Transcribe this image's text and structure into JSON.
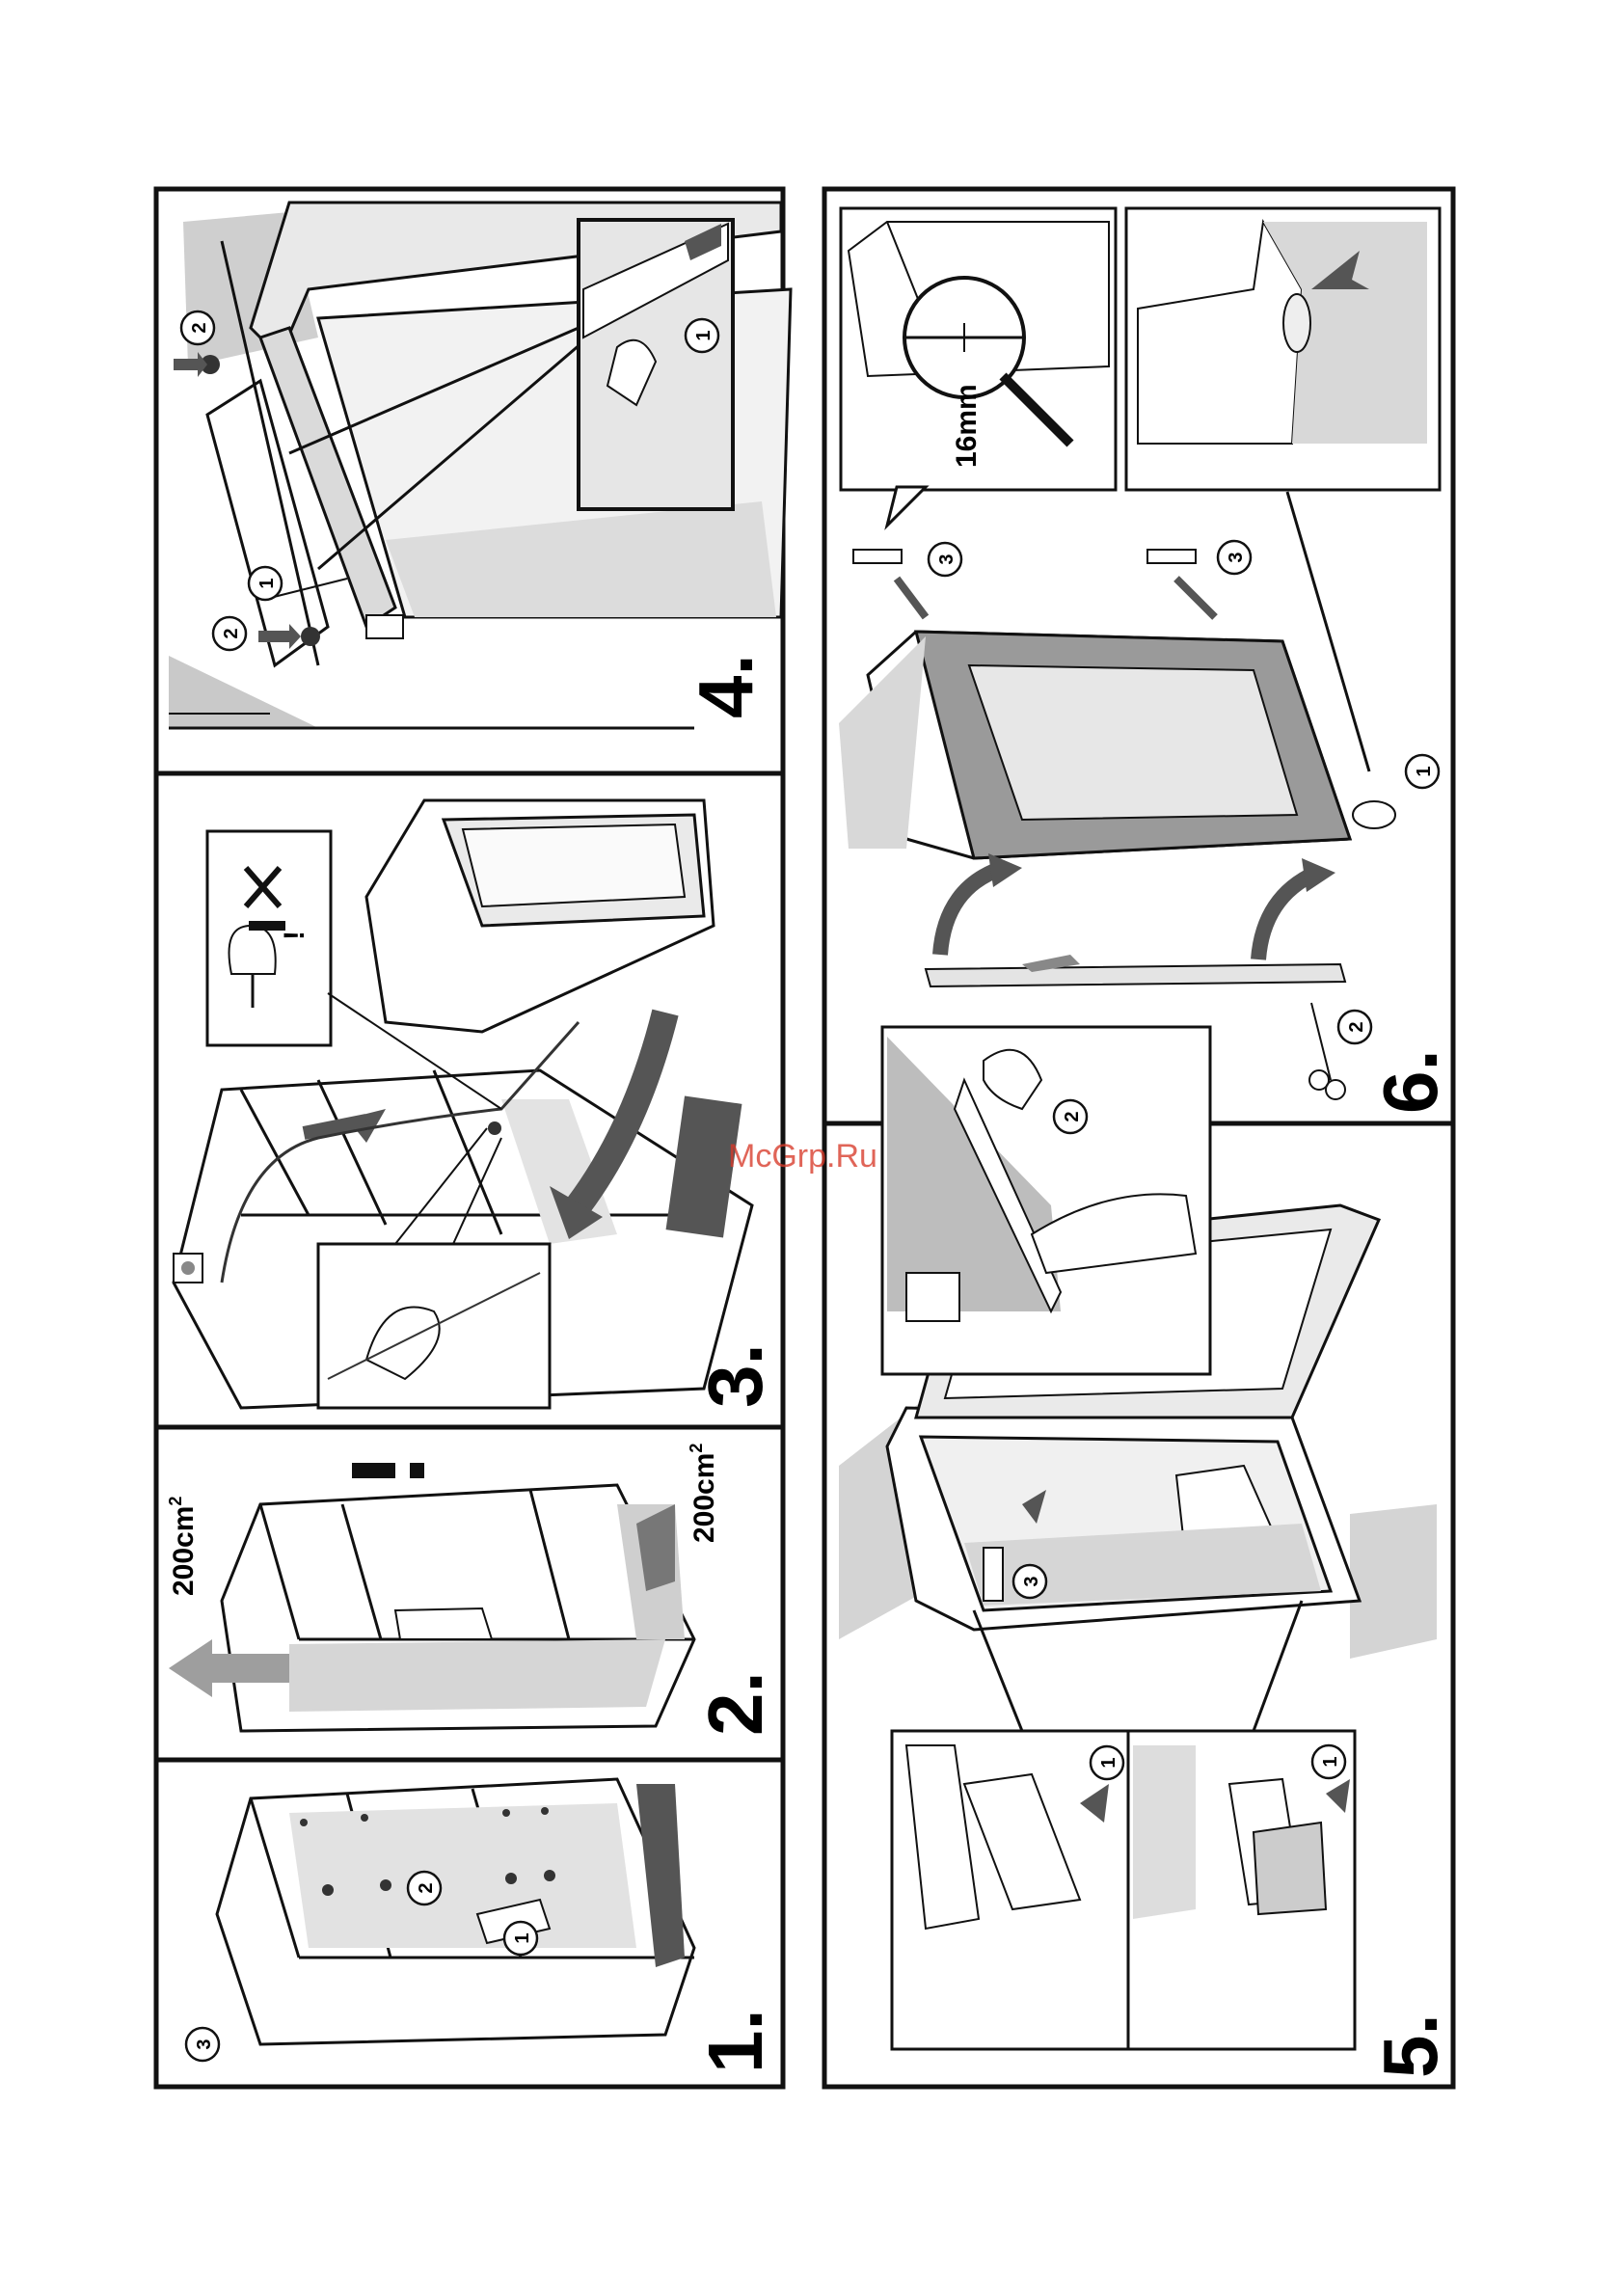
{
  "watermark": "McGrp.Ru",
  "colors": {
    "line": "#111111",
    "shade": "#c9c9c9",
    "shade_light": "#e4e4e4",
    "watermark": "#d83a2a"
  },
  "panels": {
    "p1": {
      "step": "1.",
      "callouts": [
        "1",
        "2",
        "3"
      ]
    },
    "p2": {
      "step": "2.",
      "vent_top": "200cm",
      "vent_bottom": "200cm",
      "sup": "2",
      "warning": "!"
    },
    "p3": {
      "step": "3.",
      "warning": "!"
    },
    "p4": {
      "step": "4.",
      "callouts": [
        "1",
        "2",
        "2",
        "1"
      ]
    },
    "p5": {
      "step": "5.",
      "callouts": [
        "1",
        "1",
        "2",
        "3"
      ]
    },
    "p6": {
      "step": "6.",
      "measure": "16mm",
      "callouts": [
        "3",
        "3",
        "1",
        "2"
      ]
    }
  }
}
